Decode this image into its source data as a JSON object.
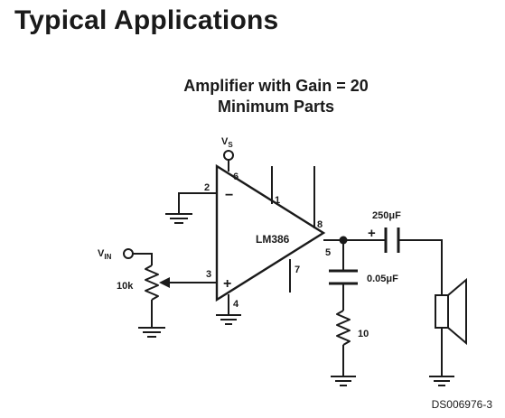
{
  "page": {
    "heading": "Typical Applications",
    "subtitle_line1": "Amplifier with Gain = 20",
    "subtitle_line2": "Minimum Parts",
    "doc_id": "DS006976-3"
  },
  "schematic": {
    "amp_label": "LM386",
    "supply_label": "V",
    "supply_sub": "S",
    "input_label": "V",
    "input_sub": "IN",
    "pins": {
      "p1": "1",
      "p2": "2",
      "p3": "3",
      "p4": "4",
      "p5": "5",
      "p6": "6",
      "p7": "7",
      "p8": "8"
    },
    "minus_sign": "−",
    "plus_sign": "+",
    "cap_polarity": "+",
    "pot_value": "10k",
    "output_cap_value": "250μF",
    "bypass_cap_value": "0.05μF",
    "resistor_value": "10"
  },
  "colors": {
    "ink": "#1a1a1a",
    "background": "#ffffff"
  },
  "icons": [
    "ground-icon",
    "speaker-icon",
    "potentiometer-icon",
    "capacitor-icon",
    "resistor-icon",
    "op-amp-icon"
  ]
}
